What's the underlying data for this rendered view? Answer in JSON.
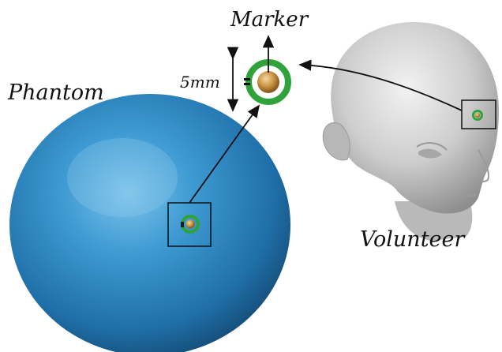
{
  "labels": {
    "marker": "Marker",
    "phantom": "Phantom",
    "marker_size": "5mm",
    "volunteer": "Volunteer"
  },
  "colors": {
    "phantom_sphere": "#2a86c4",
    "marker_ring": "#2fa33a",
    "marker_ball": "#c8923f",
    "head": "#cfcfcf",
    "lines": "#111111"
  },
  "icons": {
    "phantom": "sphere",
    "volunteer": "head-model",
    "marker": "ring-with-ball"
  }
}
